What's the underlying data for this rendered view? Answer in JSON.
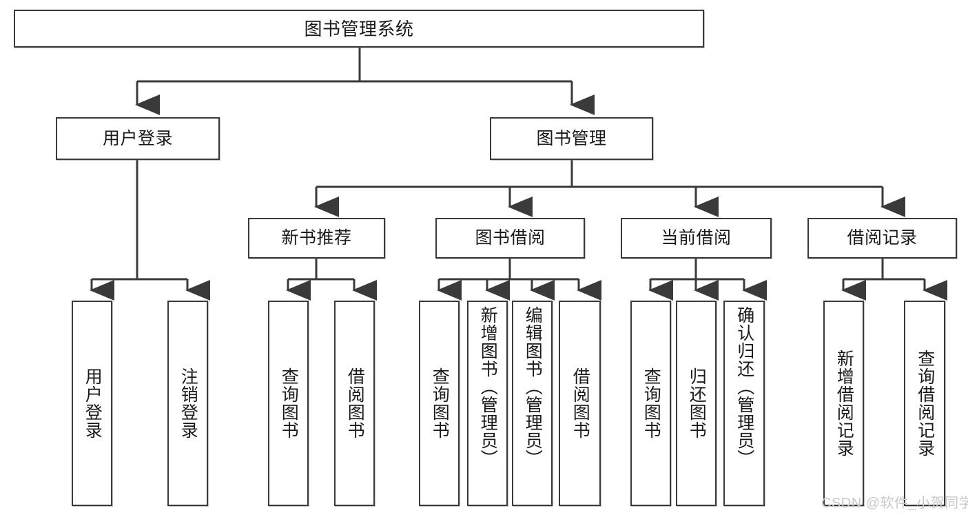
{
  "diagram": {
    "type": "hierarchy-tree",
    "title": "图书管理系统",
    "levels": 4,
    "root": {
      "id": "root",
      "label": "图书管理系统"
    },
    "level2": [
      {
        "id": "user-login",
        "label": "用户登录"
      },
      {
        "id": "book-manage",
        "label": "图书管理"
      }
    ],
    "level3": [
      {
        "id": "new-book-rec",
        "label": "新书推荐",
        "parent": "book-manage"
      },
      {
        "id": "book-borrow",
        "label": "图书借阅",
        "parent": "book-manage"
      },
      {
        "id": "current-borrow",
        "label": "当前借阅",
        "parent": "book-manage"
      },
      {
        "id": "borrow-record",
        "label": "借阅记录",
        "parent": "book-manage"
      }
    ],
    "leaves": [
      {
        "id": "leaf-user-login",
        "label": "用户登录",
        "parent": "user-login"
      },
      {
        "id": "leaf-logout",
        "label": "注销登录",
        "parent": "user-login"
      },
      {
        "id": "leaf-query-book-1",
        "label": "查询图书",
        "parent": "new-book-rec"
      },
      {
        "id": "leaf-borrow-book-1",
        "label": "借阅图书",
        "parent": "new-book-rec"
      },
      {
        "id": "leaf-query-book-2",
        "label": "查询图书",
        "parent": "book-borrow"
      },
      {
        "id": "leaf-add-book",
        "label": "新增图书（管理员）",
        "parent": "book-borrow"
      },
      {
        "id": "leaf-edit-book",
        "label": "编辑图书（管理员）",
        "parent": "book-borrow"
      },
      {
        "id": "leaf-borrow-book-2",
        "label": "借阅图书",
        "parent": "book-borrow"
      },
      {
        "id": "leaf-query-book-3",
        "label": "查询图书",
        "parent": "current-borrow"
      },
      {
        "id": "leaf-return-book",
        "label": "归还图书",
        "parent": "current-borrow"
      },
      {
        "id": "leaf-confirm-return",
        "label": "确认归还（管理员）",
        "parent": "current-borrow"
      },
      {
        "id": "leaf-add-record",
        "label": "新增借阅记录",
        "parent": "borrow-record"
      },
      {
        "id": "leaf-query-record",
        "label": "查询借阅记录",
        "parent": "borrow-record"
      }
    ],
    "colors": {
      "stroke": "#3a3a3a",
      "fill": "#ffffff",
      "text": "#1a1a1a",
      "watermark": "#c9c9c9"
    }
  },
  "watermark": {
    "text": "CSDN @软件_小贺同学"
  }
}
